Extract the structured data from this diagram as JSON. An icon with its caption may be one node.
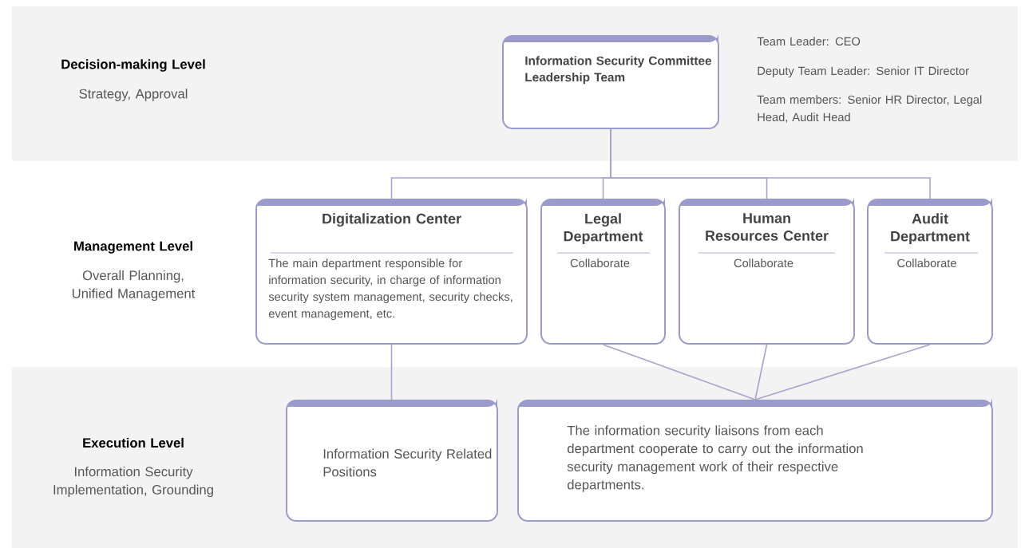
{
  "diagram": {
    "nodes": [
      {
        "text": [
          "Information Security Committee Leadership Team"
        ],
        "beside": [
          "Team Leader: CEO",
          "Deputy Team Leader: Senior IT Director",
          "Team members: Senior HR Director, Legal Head, Audit Head"
        ]
      },
      {
        "text": [
          "Digitalization Center",
          "The main department responsible for information security, in charge of information security system management, security checks, event management, etc."
        ]
      },
      {
        "text": [
          "Legal Department",
          "Collaborate"
        ]
      },
      {
        "text": [
          "Human Resources Center",
          "Collaborate"
        ]
      },
      {
        "text": [
          "Audit Department",
          "Collaborate"
        ]
      },
      {
        "text": [
          "Information Security Related Positions"
        ]
      },
      {
        "text": [
          "The information security liaisons from each department cooperate to carry out the information security management work of their respective departments."
        ]
      }
    ],
    "edges": [
      {
        "from": 0,
        "to": 1,
        "arrow": "none"
      },
      {
        "from": 0,
        "to": 2,
        "arrow": "none"
      },
      {
        "from": 0,
        "to": 3,
        "arrow": "none"
      },
      {
        "from": 0,
        "to": 4,
        "arrow": "none"
      },
      {
        "from": 1,
        "to": 5,
        "arrow": "none"
      },
      {
        "from": 2,
        "to": 6,
        "arrow": "none"
      },
      {
        "from": 3,
        "to": 6,
        "arrow": "none"
      },
      {
        "from": 4,
        "to": 6,
        "arrow": "none"
      }
    ],
    "labels": [
      "Decision-making Level",
      "Strategy, Approval",
      "Management Level",
      "Overall Planning, Unified Management",
      "Execution Level",
      "Information Security Implementation, Grounding"
    ]
  }
}
